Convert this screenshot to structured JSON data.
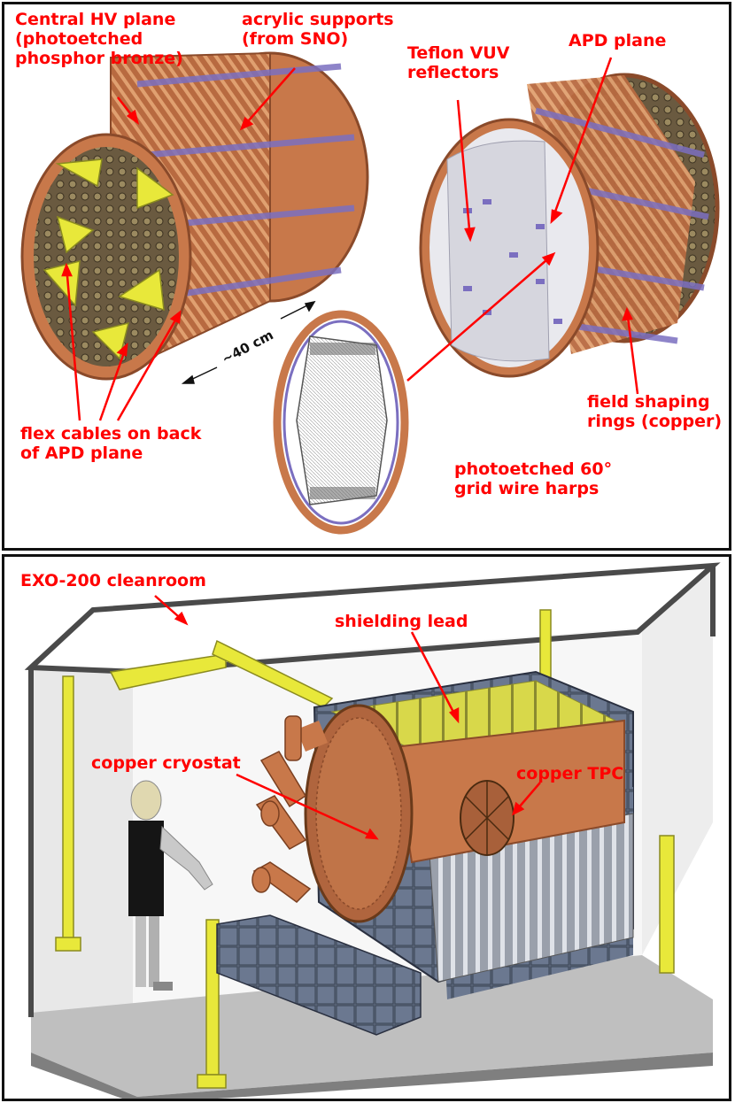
{
  "top_labels": {
    "hv_plane": [
      "Central HV plane",
      "(photoetched",
      "phosphor bronze)"
    ],
    "acrylic": [
      "acrylic supports",
      "(from SNO)"
    ],
    "teflon": [
      "Teflon VUV",
      "reflectors"
    ],
    "apd_plane": [
      "APD plane"
    ],
    "flex_cables": [
      "flex cables on back",
      "of APD plane"
    ],
    "field_rings": [
      "field shaping",
      "rings (copper)"
    ],
    "grid_harps": [
      "photoetched 60°",
      "grid wire harps"
    ],
    "dimension": "~40 cm"
  },
  "bottom_labels": {
    "cleanroom": "EXO-200 cleanroom",
    "shielding": "shielding lead",
    "cryostat": "copper cryostat",
    "tpc": "copper TPC"
  },
  "colors": {
    "label_red": "#ff0000",
    "copper": "#c8784a",
    "copper_dark": "#8a4a2a",
    "purple": "#7b6fc0",
    "yellow": "#e8e83a",
    "lead_gray": "#5f6b80",
    "frame_gray": "#6a6a6a"
  }
}
